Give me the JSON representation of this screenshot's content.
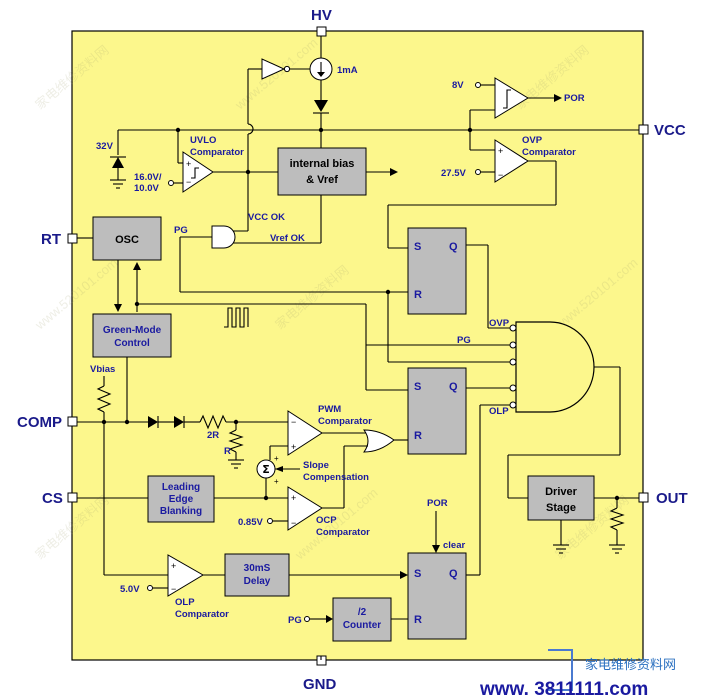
{
  "pins": {
    "hv": "HV",
    "vcc": "VCC",
    "rt": "RT",
    "comp": "COMP",
    "cs": "CS",
    "out": "OUT",
    "gnd": "GND"
  },
  "blocks": {
    "internal_bias": [
      "internal bias",
      "& Vref"
    ],
    "osc": "OSC",
    "green_mode": [
      "Green-Mode",
      "Control"
    ],
    "leading_edge": [
      "Leading",
      "Edge",
      "Blanking"
    ],
    "delay": [
      "30mS",
      "Delay"
    ],
    "counter": [
      "/2",
      "Counter"
    ],
    "driver": [
      "Driver",
      "Stage"
    ]
  },
  "comparators": {
    "uvlo": [
      "UVLO",
      "Comparator"
    ],
    "ovp": [
      "OVP",
      "Comparator"
    ],
    "pwm": [
      "PWM",
      "Comparator"
    ],
    "ocp": [
      "OCP",
      "Comparator"
    ],
    "olp": [
      "OLP",
      "Comparator"
    ]
  },
  "labels": {
    "current_source": "1mA",
    "zener": "32V",
    "uvlo_ref1": "16.0V/",
    "uvlo_ref2": "10.0V",
    "por_ref": "8V",
    "ovp_ref": "27.5V",
    "por": "POR",
    "pg": "PG",
    "vcc_ok": "VCC OK",
    "vref_ok": "Vref OK",
    "vbias": "Vbias",
    "two_r": "2R",
    "r": "R",
    "slope1": "Slope",
    "slope2": "Compensation",
    "ocp_ref": "0.85V",
    "olp_ref": "5.0V",
    "ovp_sig": "OVP",
    "olp_sig": "OLP",
    "pg2": "PG",
    "pg3": "PG",
    "por2": "POR",
    "clear": "clear",
    "sigma": "Σ"
  },
  "flipflops": {
    "s": "S",
    "q": "Q",
    "r": "R"
  },
  "watermark": {
    "url": "www. 3811111.com",
    "cn": "家电维修资料网"
  }
}
